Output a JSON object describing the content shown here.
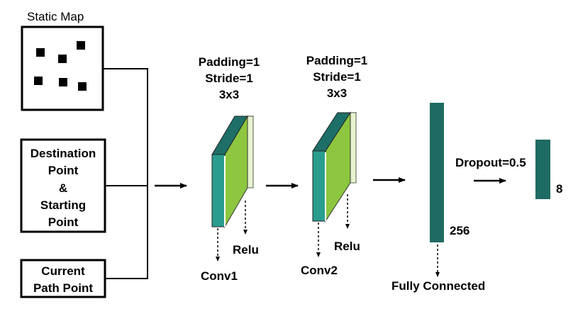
{
  "inputs": {
    "static_map": {
      "title": "Static Map",
      "obstacle_icon": "black-square-obstacle"
    },
    "destination_starting": {
      "lines": [
        "Destination",
        "Point",
        "&",
        "Starting",
        "Point"
      ]
    },
    "current_path": {
      "lines": [
        "Current",
        "Path Point"
      ]
    }
  },
  "conv1": {
    "params": [
      "Padding=1",
      "Stride=1",
      "3x3"
    ],
    "layer_label": "Conv1",
    "activation_label": "Relu"
  },
  "conv2": {
    "params": [
      "Padding=1",
      "Stride=1",
      "3x3"
    ],
    "layer_label": "Conv2",
    "activation_label": "Relu"
  },
  "fully_connected": {
    "label": "Fully Connected",
    "size": "256"
  },
  "dropout": {
    "label": "Dropout=0.5"
  },
  "output": {
    "size": "8"
  },
  "colors": {
    "teal_face": "#2a9d8f",
    "teal_top": "#1d6f68",
    "teal_dark": "#1e6b63",
    "green_face": "#8dc63f",
    "green_top": "#b5d96a",
    "line": "#000000"
  }
}
